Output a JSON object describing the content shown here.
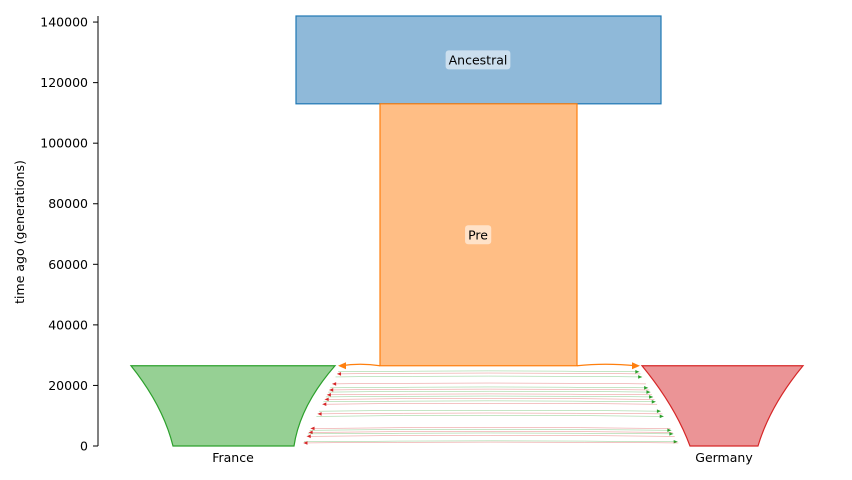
{
  "chart_data": {
    "type": "demography",
    "ylabel": "time ago (generations)",
    "ylim": [
      0,
      142000
    ],
    "yticks": [
      0,
      20000,
      40000,
      60000,
      80000,
      100000,
      120000,
      140000
    ],
    "ytick_labels": [
      "0",
      "20000",
      "40000",
      "60000",
      "80000",
      "100000",
      "120000",
      "140000"
    ],
    "xtick_labels": [
      "France",
      "Germany"
    ],
    "demes": [
      {
        "name": "Ancestral",
        "label": "Ancestral",
        "start_time": 142000,
        "end_time": 113000,
        "fill": "#8fb9d9",
        "stroke": "#1f77b4"
      },
      {
        "name": "Pre",
        "label": "Pre",
        "start_time": 113000,
        "end_time": 26500,
        "fill": "#ffbe85",
        "stroke": "#ff7f0e"
      },
      {
        "name": "France",
        "start_time": 26500,
        "end_time": 0,
        "fill": "#96d094",
        "stroke": "#2ca02c"
      },
      {
        "name": "Germany",
        "start_time": 26500,
        "end_time": 0,
        "fill": "#eb9496",
        "stroke": "#d62728"
      }
    ],
    "split_time": 26500,
    "migration_color_france_to_germany": "#2ca02c",
    "migration_color_germany_to_france": "#d62728",
    "migration_times": [
      24500,
      23800,
      22800,
      20500,
      19200,
      18500,
      17800,
      16900,
      16200,
      15400,
      14600,
      13800,
      11500,
      10600,
      9800,
      5800,
      5200,
      4500,
      4000,
      3200,
      1400,
      1000
    ]
  }
}
